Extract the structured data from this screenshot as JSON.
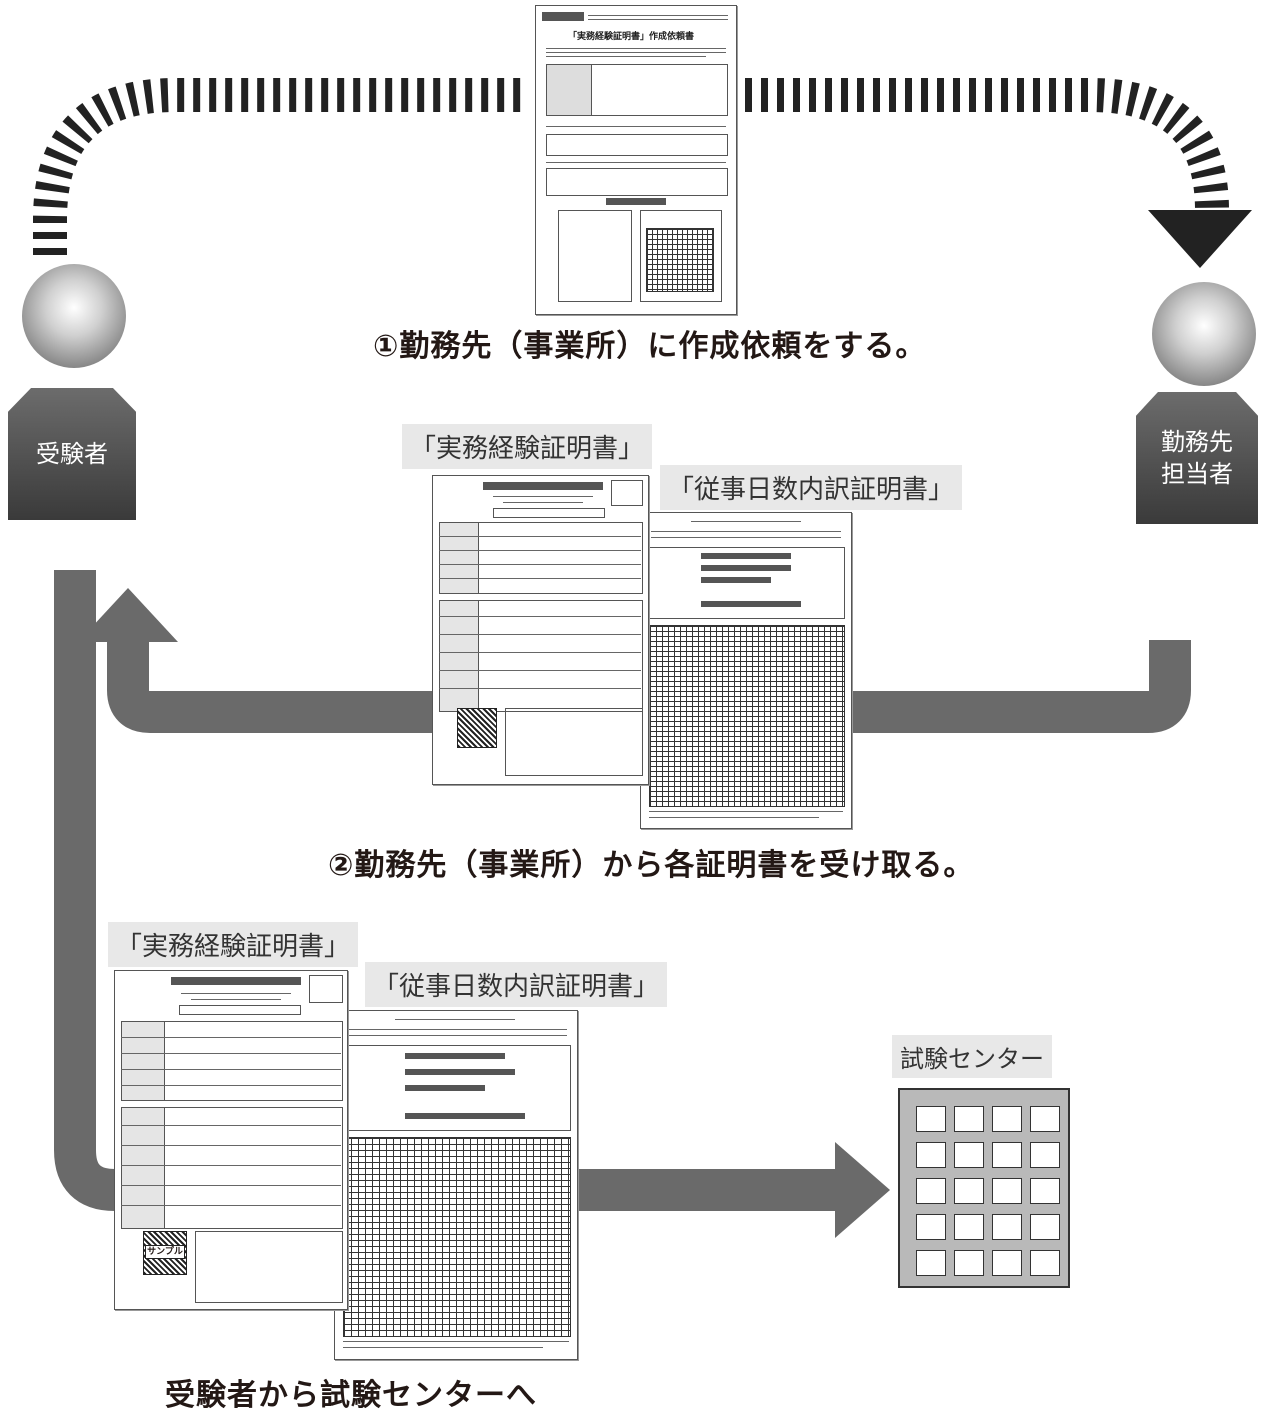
{
  "step1": {
    "caption": "①勤務先（事業所）に作成依頼をする。"
  },
  "step2": {
    "caption": "②勤務先（事業所）から各証明書を受け取る。"
  },
  "step3": {
    "caption": "受験者から試験センターへ"
  },
  "actors": {
    "examinee": "受験者",
    "employer_line1": "勤務先",
    "employer_line2": "担当者",
    "exam_center": "試験センター"
  },
  "documents": {
    "experience_cert": "「実務経験証明書」",
    "days_cert": "「従事日数内訳証明書」",
    "request_form_title": "「実務経験証明書」作成依頼書",
    "sample_stamp": "サンプル"
  }
}
